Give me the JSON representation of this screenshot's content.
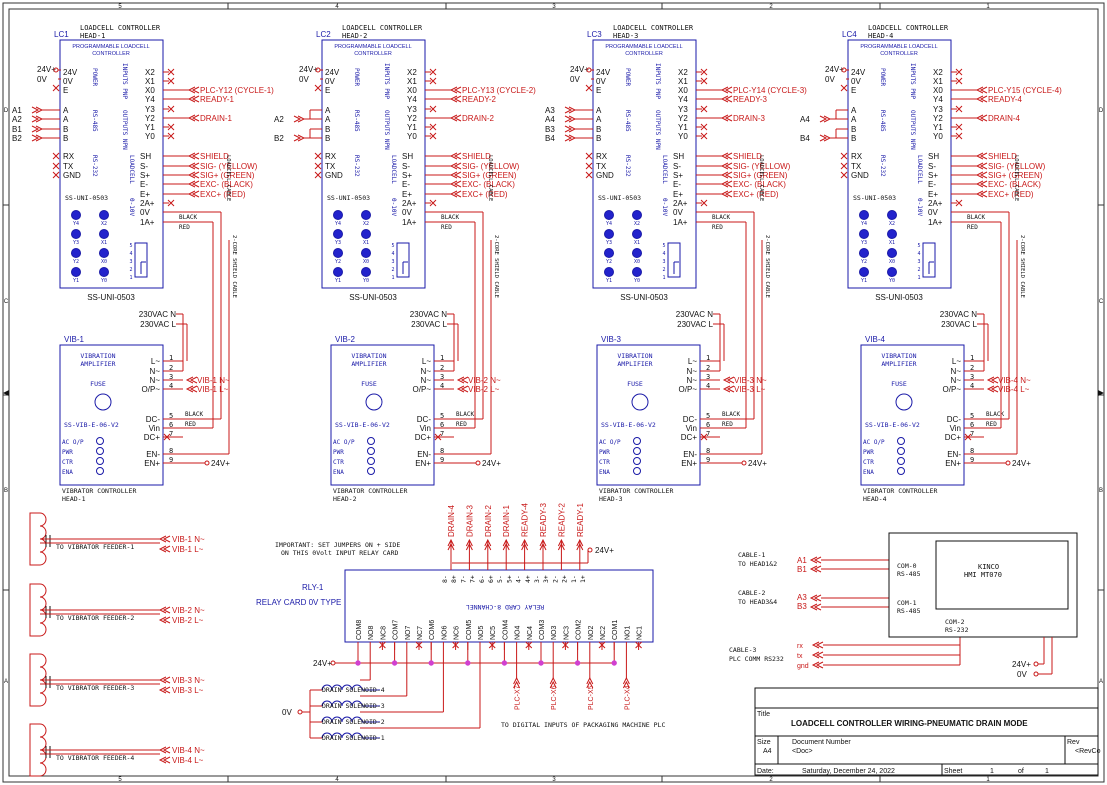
{
  "colors": {
    "wire": "#c81818",
    "box": "#1a1aa8",
    "text": "#111111",
    "junction": "#d040d0"
  },
  "border": {
    "cols": [
      "5",
      "4",
      "3",
      "2",
      "1"
    ],
    "rows": [
      "D",
      "C",
      "B",
      "A"
    ]
  },
  "lc_common": {
    "title_prefix": "LOADCELL CONTROLLER",
    "inner_title": "PROGRAMMABLE LOADCELL",
    "inner_subtitle": "CONTROLLER",
    "power_in": [
      "24V",
      "0V",
      "E"
    ],
    "power_left": [
      "24V+",
      "0V"
    ],
    "power_side": "POWER",
    "rs485": [
      "A",
      "A",
      "B",
      "B"
    ],
    "rs485_side": "RS-485",
    "rs232": [
      "RX",
      "TX",
      "GND"
    ],
    "rs232_side": "RS-232",
    "inputs_side": "INPUTS PNP",
    "outputs_side": "OUTPUTS NPN",
    "loadcell_side": "LOADCELL",
    "analog_side": "0-10V",
    "io_right": [
      "X2",
      "X1",
      "X0",
      "Y4",
      "Y3",
      "Y2",
      "Y1",
      "Y0"
    ],
    "lc_right": [
      "SH",
      "S-",
      "S+",
      "E-",
      "E+",
      "2A+",
      "0V",
      "1A+"
    ],
    "cable_labels": [
      "SHIELD",
      "SIG- (YELLOW)",
      "SIG+ (GREEN)",
      "EXC- (BLACK)",
      "EXC+ (RED)"
    ],
    "model": "SS-UNI-0503",
    "led_labels": [
      [
        "Y4",
        "X2"
      ],
      [
        "Y3",
        "X1"
      ],
      [
        "Y2",
        "X0"
      ],
      [
        "Y1",
        "Y0"
      ]
    ],
    "jumper_nums": [
      "5",
      "4",
      "3",
      "2",
      "1"
    ],
    "black": "BLACK",
    "red": "RED",
    "shield_cable": "2-CORE SHIELD CABLE",
    "loadcell_cable": "LOADCELL CABLE"
  },
  "heads": [
    {
      "id": "LC1",
      "head": "HEAD-1",
      "plc": "PLC-Y12 (CYCLE-1)",
      "ready": "READY-1",
      "drain": "DRAIN-1",
      "rs485_in": [
        "A1",
        "A2",
        "B1",
        "B2"
      ],
      "vib": "VIB-1",
      "vib_n": "VIB-1 N~",
      "vib_l": "VIB-1 L~"
    },
    {
      "id": "LC2",
      "head": "HEAD-2",
      "plc": "PLC-Y13 (CYCLE-2)",
      "ready": "READY-2",
      "drain": "DRAIN-2",
      "rs485_in": [
        "",
        "A2",
        "",
        "B2"
      ],
      "vib": "VIB-2",
      "vib_n": "VIB-2 N~",
      "vib_l": "VIB-2 L~"
    },
    {
      "id": "LC3",
      "head": "HEAD-3",
      "plc": "PLC-Y14 (CYCLE-3)",
      "ready": "READY-3",
      "drain": "DRAIN-3",
      "rs485_in": [
        "A3",
        "A4",
        "B3",
        "B4"
      ],
      "vib": "VIB-3",
      "vib_n": "VIB-3 N~",
      "vib_l": "VIB-3 L~"
    },
    {
      "id": "LC4",
      "head": "HEAD-4",
      "plc": "PLC-Y15 (CYCLE-4)",
      "ready": "READY-4",
      "drain": "DRAIN-4",
      "rs485_in": [
        "",
        "A4",
        "",
        "B4"
      ],
      "vib": "VIB-4",
      "vib_n": "VIB-4 N~",
      "vib_l": "VIB-4 L~"
    }
  ],
  "vib_common": {
    "title1": "VIBRATION",
    "title2": "AMPLIFIER",
    "fuse": "FUSE",
    "model": "SS-VIB-E-06-V2",
    "leds": [
      "AC O/P",
      "PWR",
      "CTR",
      "ENA"
    ],
    "left_pins": [
      "L~",
      "N~",
      "N~",
      "O/P~",
      "DC-",
      "Vin",
      "DC+",
      "EN-",
      "EN+"
    ],
    "pin_nums": [
      "1",
      "2",
      "3",
      "4",
      "5",
      "6",
      "7",
      "8",
      "9"
    ],
    "ac_in": [
      "230VAC N",
      "230VAC L"
    ],
    "footer": "VIBRATOR CONTROLLER",
    "supply": "24V+"
  },
  "feeders": [
    {
      "label": "TO VIBRATOR FEEDER-1",
      "n": "VIB-1 N~",
      "l": "VIB-1 L~"
    },
    {
      "label": "TO VIBRATOR FEEDER-2",
      "n": "VIB-2 N~",
      "l": "VIB-2 L~"
    },
    {
      "label": "TO VIBRATOR FEEDER-3",
      "n": "VIB-3 N~",
      "l": "VIB-3 L~"
    },
    {
      "label": "TO VIBRATOR FEEDER-4",
      "n": "VIB-4 N~",
      "l": "VIB-4 L~"
    }
  ],
  "relay": {
    "note1": "IMPORTANT: SET JUMPERS ON + SIDE",
    "note2": "ON THIS 0Volt INPUT RELAY CARD",
    "id": "RLY-1",
    "type": "RELAY CARD 0V TYPE",
    "inverted_label": "RELAY CARD 8-CHANNEL",
    "top_inputs": [
      "DRAIN-4",
      "DRAIN-3",
      "DRAIN-2",
      "DRAIN-1",
      "READY-4",
      "READY-3",
      "READY-2",
      "READY-1"
    ],
    "top_pins": [
      "8-",
      "8+",
      "7-",
      "7+",
      "6-",
      "6+",
      "5-",
      "5+",
      "4-",
      "4+",
      "3-",
      "3+",
      "2-",
      "2+",
      "1-",
      "1+"
    ],
    "supply": "24V+",
    "bottom_pins": [
      "COM8",
      "NO8",
      "NC8",
      "COM7",
      "NO7",
      "NC7",
      "COM6",
      "NO6",
      "NC6",
      "COM5",
      "NO5",
      "NC5",
      "COM4",
      "NO4",
      "NC4",
      "COM3",
      "NO3",
      "NC3",
      "COM2",
      "NO2",
      "NC2",
      "COM1",
      "NO1",
      "NC1"
    ],
    "left_supply": "24V+",
    "solenoid_0v": "0V",
    "solenoids": [
      "DRAIN SOLENOID-4",
      "DRAIN SOLENOID-3",
      "DRAIN SOLENOID-2",
      "DRAIN SOLENOID-1"
    ],
    "plc_inputs": [
      "PLC-X7",
      "PLC-X6",
      "PLC-X5",
      "PLC-X4"
    ],
    "plc_note": "TO DIGITAL INPUTS OF PACKAGING MACHINE PLC"
  },
  "hmi": {
    "cable1": [
      "CABLE-1",
      "TO HEAD1&2"
    ],
    "cable1_sig": [
      "A1",
      "B1"
    ],
    "cable2": [
      "CABLE-2",
      "TO HEAD3&4"
    ],
    "cable2_sig": [
      "A3",
      "B3"
    ],
    "cable3": [
      "CABLE-3",
      "PLC COMM RS232"
    ],
    "cable3_sig": [
      "rx",
      "tx",
      "gnd"
    ],
    "com0": [
      "COM-0",
      "RS-485"
    ],
    "com1": [
      "COM-1",
      "RS-485"
    ],
    "com2": [
      "COM-2",
      "RS-232"
    ],
    "name": [
      "KINCO",
      "HMI MT070"
    ],
    "power": [
      "24V+",
      "0V"
    ]
  },
  "title_block": {
    "title_label": "Title",
    "title": "LOADCELL CONTROLLER WIRING-PNEUMATIC DRAIN MODE",
    "size_label": "Size",
    "size": "A4",
    "doc_label": "Document Number",
    "doc": "<Doc>",
    "rev_label": "Rev",
    "rev": "<RevCo",
    "date_label": "Date:",
    "date": "Saturday, December 24, 2022",
    "sheet_label": "Sheet",
    "sheet": "1",
    "of_label": "of",
    "of": "1"
  }
}
